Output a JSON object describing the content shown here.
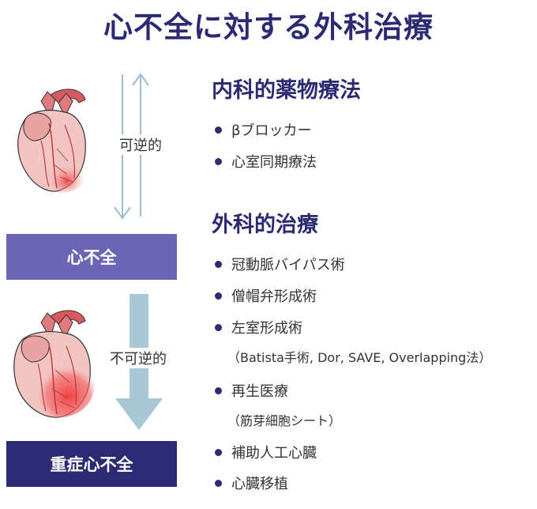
{
  "title": "心不全に対する外科治療",
  "left": {
    "reversible_label": "可逆的",
    "irreversible_label": "不可逆的",
    "heart_failure": "心不全",
    "severe_heart_failure": "重症心不全"
  },
  "medical": {
    "heading": "内科的薬物療法",
    "items": [
      "βブロッカー",
      "心室同期療法"
    ]
  },
  "surgical": {
    "heading": "外科的治療",
    "items": [
      "冠動脈バイパス術",
      "僧帽弁形成術",
      "左室形成術",
      "再生医療",
      "補助人工心臓",
      "心臓移植"
    ],
    "notes": {
      "lv_plasty": "（Batista手術, Dor, SAVE, Overlapping法）",
      "regenerative": "（筋芽細胞シート）"
    }
  },
  "colors": {
    "title": "#2b2a72",
    "heart_failure_box": "#6a66b3",
    "severe_box": "#2b2a72",
    "arrow": "#a9c7d6"
  }
}
